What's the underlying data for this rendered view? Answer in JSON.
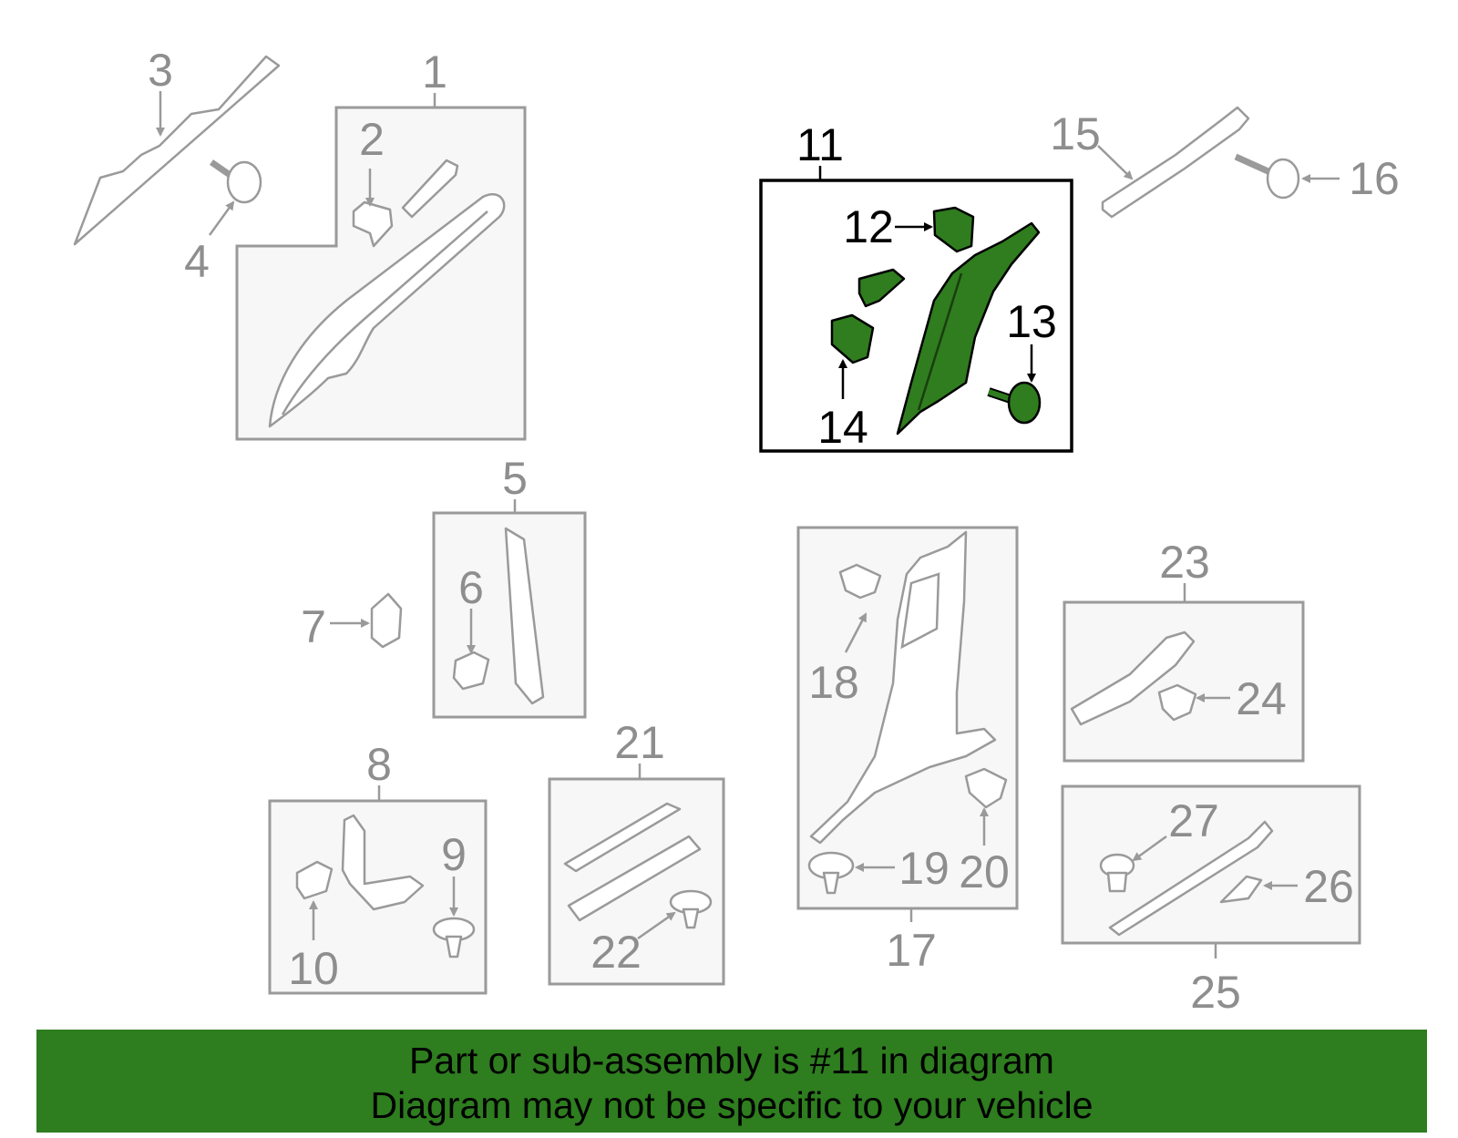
{
  "callouts": {
    "c1": "1",
    "c2": "2",
    "c3": "3",
    "c4": "4",
    "c5": "5",
    "c6": "6",
    "c7": "7",
    "c8": "8",
    "c9": "9",
    "c10": "10",
    "c11": "11",
    "c12": "12",
    "c13": "13",
    "c14": "14",
    "c15": "15",
    "c16": "16",
    "c17": "17",
    "c18": "18",
    "c19": "19",
    "c20": "20",
    "c21": "21",
    "c22": "22",
    "c23": "23",
    "c24": "24",
    "c25": "25",
    "c26": "26",
    "c27": "27"
  },
  "highlight": {
    "part_number": "11",
    "color": "#2f7d1e"
  },
  "colors": {
    "banner": "#2e7d1f",
    "outline": "#9a9a9a",
    "callout_gray": "#8e8e8e",
    "box_fill": "#f7f7f7"
  },
  "banner": {
    "line1": "Part or sub-assembly is #11 in diagram",
    "line2": "Diagram may not be specific to your vehicle"
  }
}
